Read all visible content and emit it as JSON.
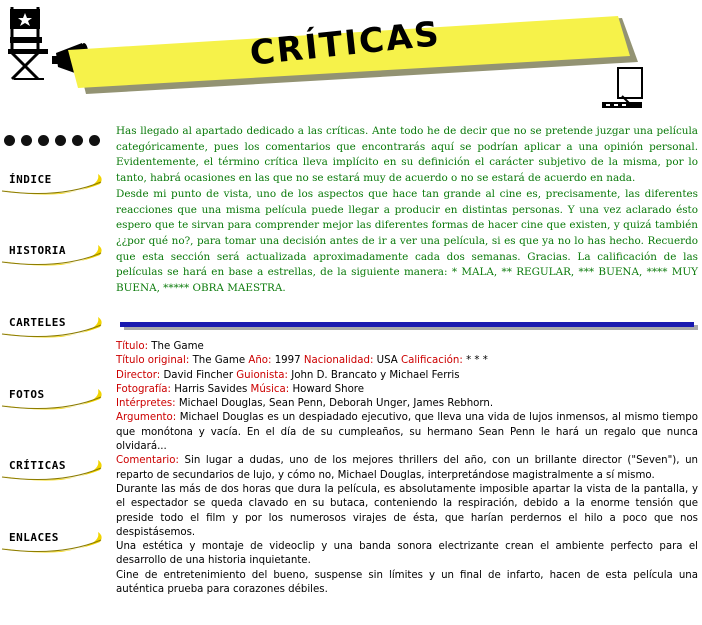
{
  "header": {
    "title": "CRÍTICAS",
    "banner_color": "#f6f24a",
    "icons": [
      "directors-chair-icon",
      "clapperboard-icon",
      "film-paper-icon"
    ]
  },
  "nav": {
    "items": [
      {
        "id": "indice",
        "label": "ÍNDICE"
      },
      {
        "id": "historia",
        "label": "HISTORIA"
      },
      {
        "id": "carteles",
        "label": "CARTELES"
      },
      {
        "id": "fotos",
        "label": "FOTOS"
      },
      {
        "id": "criticas",
        "label": "CRÍTICAS"
      },
      {
        "id": "enlaces",
        "label": "ENLACES"
      }
    ]
  },
  "intro": {
    "paragraph1": "Has llegado al apartado dedicado a las críticas. Ante todo he de decir que no se pretende juzgar una película categóricamente, pues los comentarios que encontrarás aquí se podrían aplicar a una opinión personal. Evidentemente, el término crítica lleva implícito en su definición el carácter subjetivo de la misma, por lo tanto, habrá ocasiones en las que no se estará muy de acuerdo o no se estará de acuerdo en nada.",
    "paragraph2": "Desde mi punto de vista, uno de los aspectos que hace tan grande al cine es, precisamente, las diferentes reacciones que una misma película puede llegar a producir en distintas personas. Y una vez aclarado ésto espero que te sirvan para comprender mejor las diferentes formas de hacer cine que existen, y quizá también ¿¿por qué no?, para tomar una decisión antes de ir a ver una película, si es que ya no lo has hecho. Recuerdo que esta sección será actualizada aproximadamente cada dos semanas. Gracias. La calificación de las películas se hará en base a estrellas, de la siguiente manera: * MALA, ** REGULAR, *** BUENA, **** MUY BUENA, ***** OBRA MAESTRA."
  },
  "review": {
    "titulo_label": "Título:",
    "titulo": "The Game",
    "titulo_original_label": "Título original:",
    "titulo_original": "The Game",
    "anio_label": "Año:",
    "anio": "1997",
    "nacionalidad_label": "Nacionalidad:",
    "nacionalidad": "USA",
    "calificacion_label": "Calificación:",
    "calificacion": "* * *",
    "director_label": "Director:",
    "director": "David Fincher",
    "guionista_label": "Guionista:",
    "guionista": "John D. Brancato y Michael Ferris",
    "fotografia_label": "Fotografía:",
    "fotografia": "Harris Savides",
    "musica_label": "Música:",
    "musica": "Howard Shore",
    "interpretes_label": "Intérpretes:",
    "interpretes": "Michael Douglas, Sean Penn, Deborah Unger, James Rebhorn.",
    "argumento_label": "Argumento:",
    "argumento": "Michael Douglas es un despiadado ejecutivo, que lleva una vida de lujos inmensos, al mismo tiempo que monótona y vacía. En el día de su cumpleaños, su hermano Sean Penn le hará un regalo que nunca olvidará...",
    "comentario_label": "Comentario:",
    "comentario": "Sin lugar a dudas, uno de los mejores thrillers del año, con un brillante director (\"Seven\"), un reparto de secundarios de lujo, y cómo no, Michael Douglas, interpretándose magistralmente a sí mismo.",
    "parrafo2": "Durante las más de dos horas que dura la película, es absolutamente imposible apartar la vista de la pantalla, y el espectador se queda clavado en su butaca, conteniendo la respiración, debido a la enorme tensión que preside todo el film y por los numerosos virajes de ésta, que harían perdernos el hilo a poco que nos despistásemos.",
    "parrafo3": "Una estética y montaje de videoclip y una banda sonora electrizante crean el ambiente perfecto para el desarrollo de una historia inquietante.",
    "parrafo4": "Cine de entretenimiento del bueno, suspense sin límites y un final de infarto, hacen de esta película una auténtica prueba para corazones débiles."
  },
  "colors": {
    "intro_text": "#0a7a0a",
    "label_red": "#cc0000",
    "divider_blue": "#1a1ab0",
    "swoosh_yellow": "#f2d400"
  }
}
